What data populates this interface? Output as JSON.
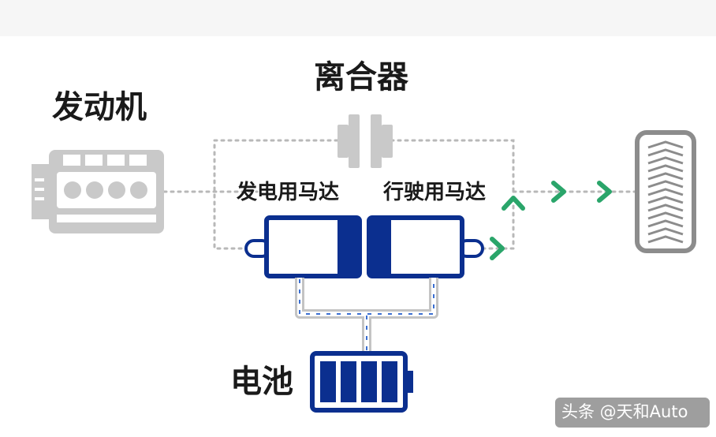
{
  "labels": {
    "engine": "发动机",
    "clutch": "离合器",
    "generator_motor": "发电用马达",
    "drive_motor": "行驶用马达",
    "battery": "电池"
  },
  "watermark": "头条 @天和Auto",
  "colors": {
    "motor_blue": "#0b2f8f",
    "flow_green": "#2aa56a",
    "line_gray": "#b8b8b8",
    "engine_gray": "#c9c9c9"
  },
  "battery_cells": 4
}
